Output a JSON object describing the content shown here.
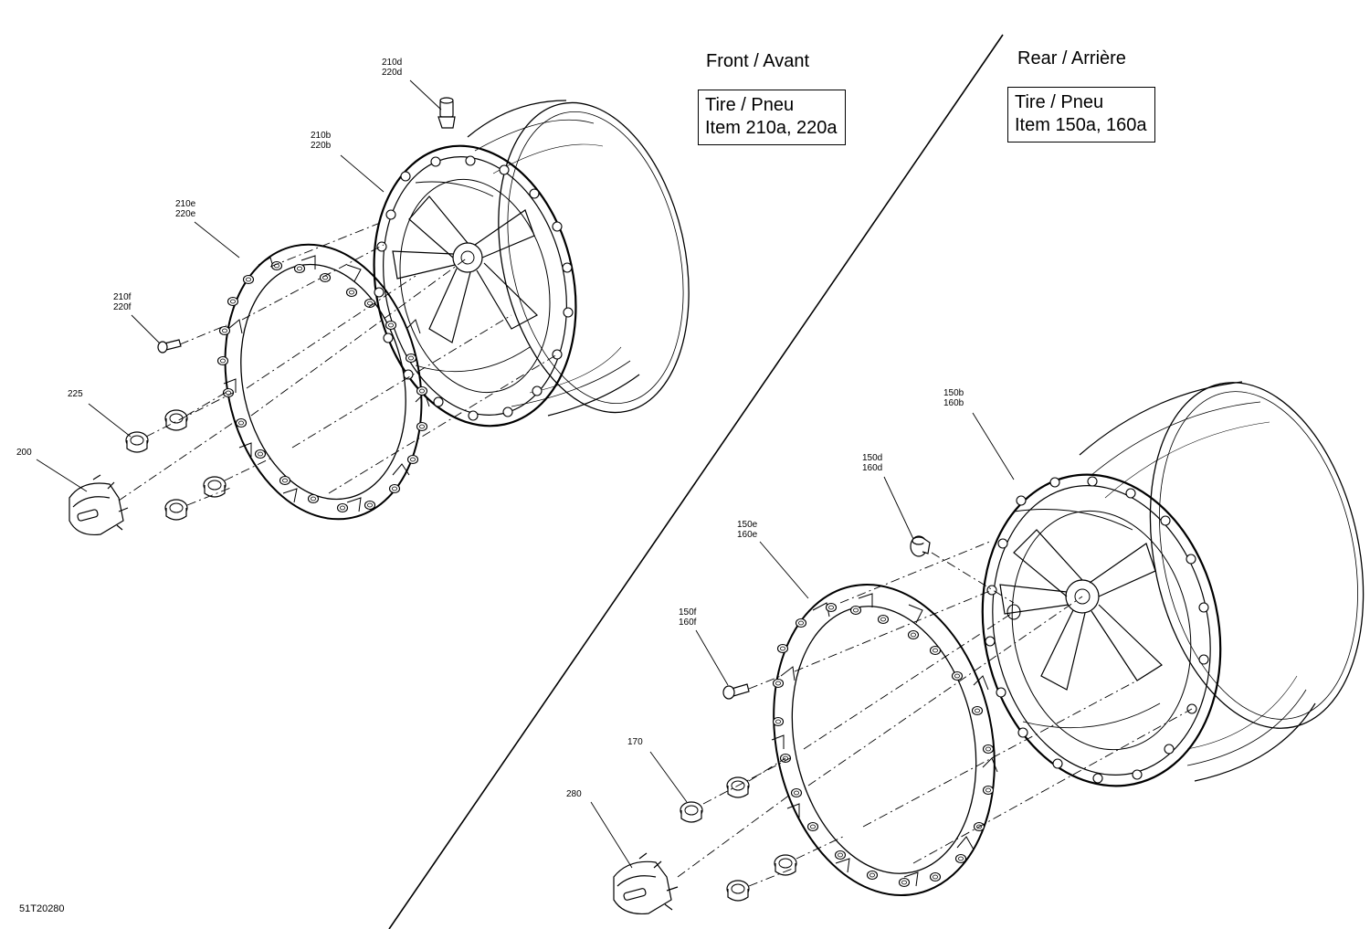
{
  "sections": {
    "front": {
      "heading": "Front / Avant",
      "tire_line1": "Tire / Pneu",
      "tire_line2": "Item 210a, 220a"
    },
    "rear": {
      "heading": "Rear / Arrière",
      "tire_line1": "Tire / Pneu",
      "tire_line2": "Item 150a, 160a"
    }
  },
  "callouts": {
    "front_valve": [
      "210d",
      "220d"
    ],
    "front_rim": [
      "210b",
      "220b"
    ],
    "front_ring": [
      "210e",
      "220e"
    ],
    "front_bolt": [
      "210f",
      "220f"
    ],
    "front_nut": [
      "225"
    ],
    "front_cap": [
      "200"
    ],
    "rear_rim": [
      "150b",
      "160b"
    ],
    "rear_valve": [
      "150d",
      "160d"
    ],
    "rear_ring": [
      "150e",
      "160e"
    ],
    "rear_bolt": [
      "150f",
      "160f"
    ],
    "rear_nut": [
      "170"
    ],
    "rear_cap": [
      "280"
    ]
  },
  "document_id": "51T20280",
  "colors": {
    "line": "#000000",
    "background": "#ffffff"
  }
}
